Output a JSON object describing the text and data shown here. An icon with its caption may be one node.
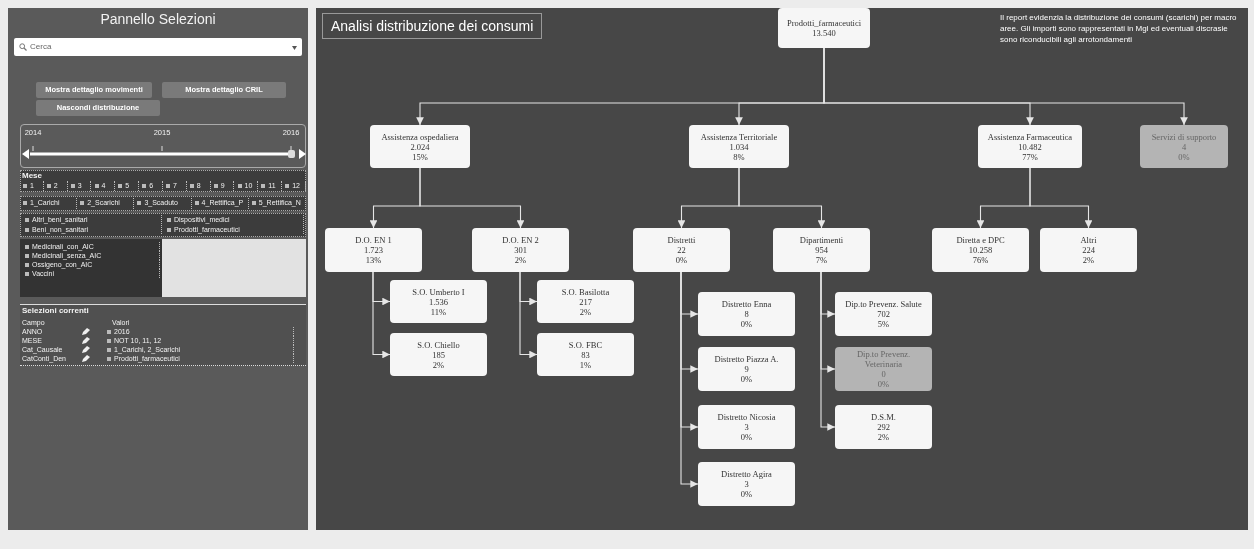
{
  "diagram": {
    "title": "Analisi distribuzione dei consumi",
    "nodes": [
      {
        "text": [
          "Prodotti_farmaceutici",
          "13.540"
        ]
      },
      {
        "text": [
          "Assistenza ospedaliera",
          "2.024",
          "15%"
        ]
      },
      {
        "text": [
          "Assistenza Territoriale",
          "1.034",
          "8%"
        ]
      },
      {
        "text": [
          "Assistenza Farmaceutica",
          "10.482",
          "77%"
        ]
      },
      {
        "text": [
          "Servizi di supporto",
          "4",
          "0%"
        ]
      },
      {
        "text": [
          "D.O. EN 1",
          "1.723",
          "13%"
        ]
      },
      {
        "text": [
          "D.O. EN 2",
          "301",
          "2%"
        ]
      },
      {
        "text": [
          "S.O. Umberto I",
          "1.536",
          "11%"
        ]
      },
      {
        "text": [
          "S.O. Chiello",
          "185",
          "2%"
        ]
      },
      {
        "text": [
          "S.O. Basilotta",
          "217",
          "2%"
        ]
      },
      {
        "text": [
          "S.O. FBC",
          "83",
          "1%"
        ]
      },
      {
        "text": [
          "Distretti",
          "22",
          "0%"
        ]
      },
      {
        "text": [
          "Dipartimenti",
          "954",
          "7%"
        ]
      },
      {
        "text": [
          "Distretto Enna",
          "8",
          "0%"
        ]
      },
      {
        "text": [
          "Distretto Piazza A.",
          "9",
          "0%"
        ]
      },
      {
        "text": [
          "Distretto Nicosia",
          "3",
          "0%"
        ]
      },
      {
        "text": [
          "Distretto Agira",
          "3",
          "0%"
        ]
      },
      {
        "text": [
          "Dip.to Prevenz. Salute",
          "702",
          "5%"
        ]
      },
      {
        "text": [
          "Dip.to Prevenz. Veterinaria",
          "0",
          "0%"
        ]
      },
      {
        "text": [
          "D.S.M.",
          "292",
          "2%"
        ]
      },
      {
        "text": [
          "Diretta e DPC",
          "10.258",
          "76%"
        ]
      },
      {
        "text": [
          "Altri",
          "224",
          "2%"
        ]
      }
    ],
    "edges": [
      {
        "from": 0,
        "to": 1,
        "arrow": "to"
      },
      {
        "from": 0,
        "to": 2,
        "arrow": "to"
      },
      {
        "from": 0,
        "to": 3,
        "arrow": "to"
      },
      {
        "from": 0,
        "to": 4,
        "arrow": "to"
      },
      {
        "from": 1,
        "to": 5,
        "arrow": "to"
      },
      {
        "from": 1,
        "to": 6,
        "arrow": "to"
      },
      {
        "from": 5,
        "to": 7,
        "arrow": "to"
      },
      {
        "from": 5,
        "to": 8,
        "arrow": "to"
      },
      {
        "from": 6,
        "to": 9,
        "arrow": "to"
      },
      {
        "from": 6,
        "to": 10,
        "arrow": "to"
      },
      {
        "from": 2,
        "to": 11,
        "arrow": "to"
      },
      {
        "from": 2,
        "to": 12,
        "arrow": "to"
      },
      {
        "from": 11,
        "to": 13,
        "arrow": "to"
      },
      {
        "from": 11,
        "to": 14,
        "arrow": "to"
      },
      {
        "from": 11,
        "to": 15,
        "arrow": "to"
      },
      {
        "from": 11,
        "to": 16,
        "arrow": "to"
      },
      {
        "from": 12,
        "to": 17,
        "arrow": "to"
      },
      {
        "from": 12,
        "to": 18,
        "arrow": "to"
      },
      {
        "from": 12,
        "to": 19,
        "arrow": "to"
      },
      {
        "from": 3,
        "to": 20,
        "arrow": "to"
      },
      {
        "from": 3,
        "to": 21,
        "arrow": "to"
      }
    ],
    "labels": [
      "Pannello Selezioni",
      "Cerca",
      "Mostra dettaglio movimenti",
      "Mostra dettaglio CRIL",
      "Nascondi distribuzione",
      "2014",
      "2015",
      "2016",
      "Mese",
      "1",
      "2",
      "3",
      "4",
      "5",
      "6",
      "7",
      "8",
      "9",
      "10",
      "11",
      "12",
      "1_Carichi",
      "2_Scarichi",
      "3_Scaduto",
      "4_Rettifica_P",
      "5_Rettifica_N",
      "Altri_beni_sanitari",
      "Dispositivi_medici",
      "Beni_non_sanitari",
      "Prodotti_farmaceutici",
      "Medicinali_con_AIC",
      "Medicinali_senza_AIC",
      "Ossigeno_con_AIC",
      "Vaccini",
      "Selezioni correnti",
      "Campo",
      "Valori",
      "ANNO",
      "2016",
      "MESE",
      "NOT 10, 11, 12",
      "Cat_Causale",
      "1_Carichi, 2_Scarichi",
      "CatConti_Den",
      "Prodotti_farmaceutici",
      "Il report evidenzia la distribuzione dei consumi (scarichi) per macro aree. Gli importi sono rappresentati in Mgl ed eventuali discrasie sono riconducibili agli arrotondamenti"
    ]
  }
}
